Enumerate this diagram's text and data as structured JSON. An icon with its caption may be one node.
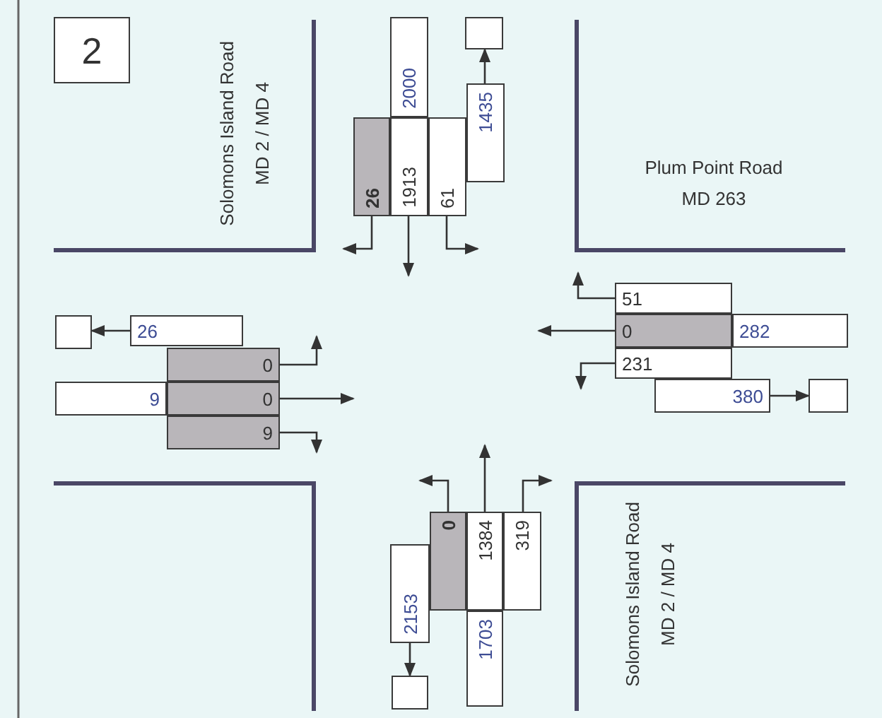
{
  "diagram": {
    "nodes": [
      {
        "text": [
          "2"
        ]
      },
      {
        "text": [
          "2000"
        ]
      },
      {
        "text": [],
        "shape": "box"
      },
      {
        "text": [
          "1435"
        ]
      },
      {
        "text": [
          "26"
        ]
      },
      {
        "text": [
          "1913"
        ]
      },
      {
        "text": [
          "61"
        ]
      },
      {
        "text": [],
        "shape": "box"
      },
      {
        "text": [
          "26"
        ]
      },
      {
        "text": [
          "51"
        ]
      },
      {
        "text": [
          "0"
        ]
      },
      {
        "text": [
          "282"
        ]
      },
      {
        "text": [
          "0"
        ]
      },
      {
        "text": [
          "9"
        ]
      },
      {
        "text": [
          "0"
        ]
      },
      {
        "text": [
          "9"
        ]
      },
      {
        "text": [
          "231"
        ]
      },
      {
        "text": [
          "380"
        ]
      },
      {
        "text": [],
        "shape": "box"
      },
      {
        "text": [
          "0"
        ]
      },
      {
        "text": [
          "1384"
        ]
      },
      {
        "text": [
          "319"
        ]
      },
      {
        "text": [
          "2153"
        ]
      },
      {
        "text": [
          "1703"
        ]
      },
      {
        "text": [],
        "shape": "box"
      }
    ],
    "edges": [
      {
        "from": 3,
        "to": 2,
        "arrow": "to"
      },
      {
        "from": 8,
        "to": 7,
        "arrow": "to"
      },
      {
        "from": 17,
        "to": 18,
        "arrow": "to"
      },
      {
        "from": 22,
        "to": 24,
        "arrow": "to"
      },
      {
        "from": 4,
        "to": null,
        "arrow": "to"
      },
      {
        "from": 5,
        "to": null,
        "arrow": "to"
      },
      {
        "from": 6,
        "to": null,
        "arrow": "to"
      },
      {
        "from": 12,
        "to": null,
        "arrow": "to"
      },
      {
        "from": 14,
        "to": null,
        "arrow": "to"
      },
      {
        "from": 15,
        "to": null,
        "arrow": "to"
      },
      {
        "from": 9,
        "to": null,
        "arrow": "to"
      },
      {
        "from": 10,
        "to": null,
        "arrow": "to"
      },
      {
        "from": 16,
        "to": null,
        "arrow": "to"
      },
      {
        "from": 19,
        "to": null,
        "arrow": "to"
      },
      {
        "from": 20,
        "to": null,
        "arrow": "to"
      },
      {
        "from": 21,
        "to": null,
        "arrow": "to"
      }
    ],
    "labels": [
      "Solomons Island Road",
      "MD 2 / MD 4",
      "Plum Point Road",
      "MD 263",
      "Solomons Island Road",
      "MD 2 / MD 4"
    ]
  }
}
